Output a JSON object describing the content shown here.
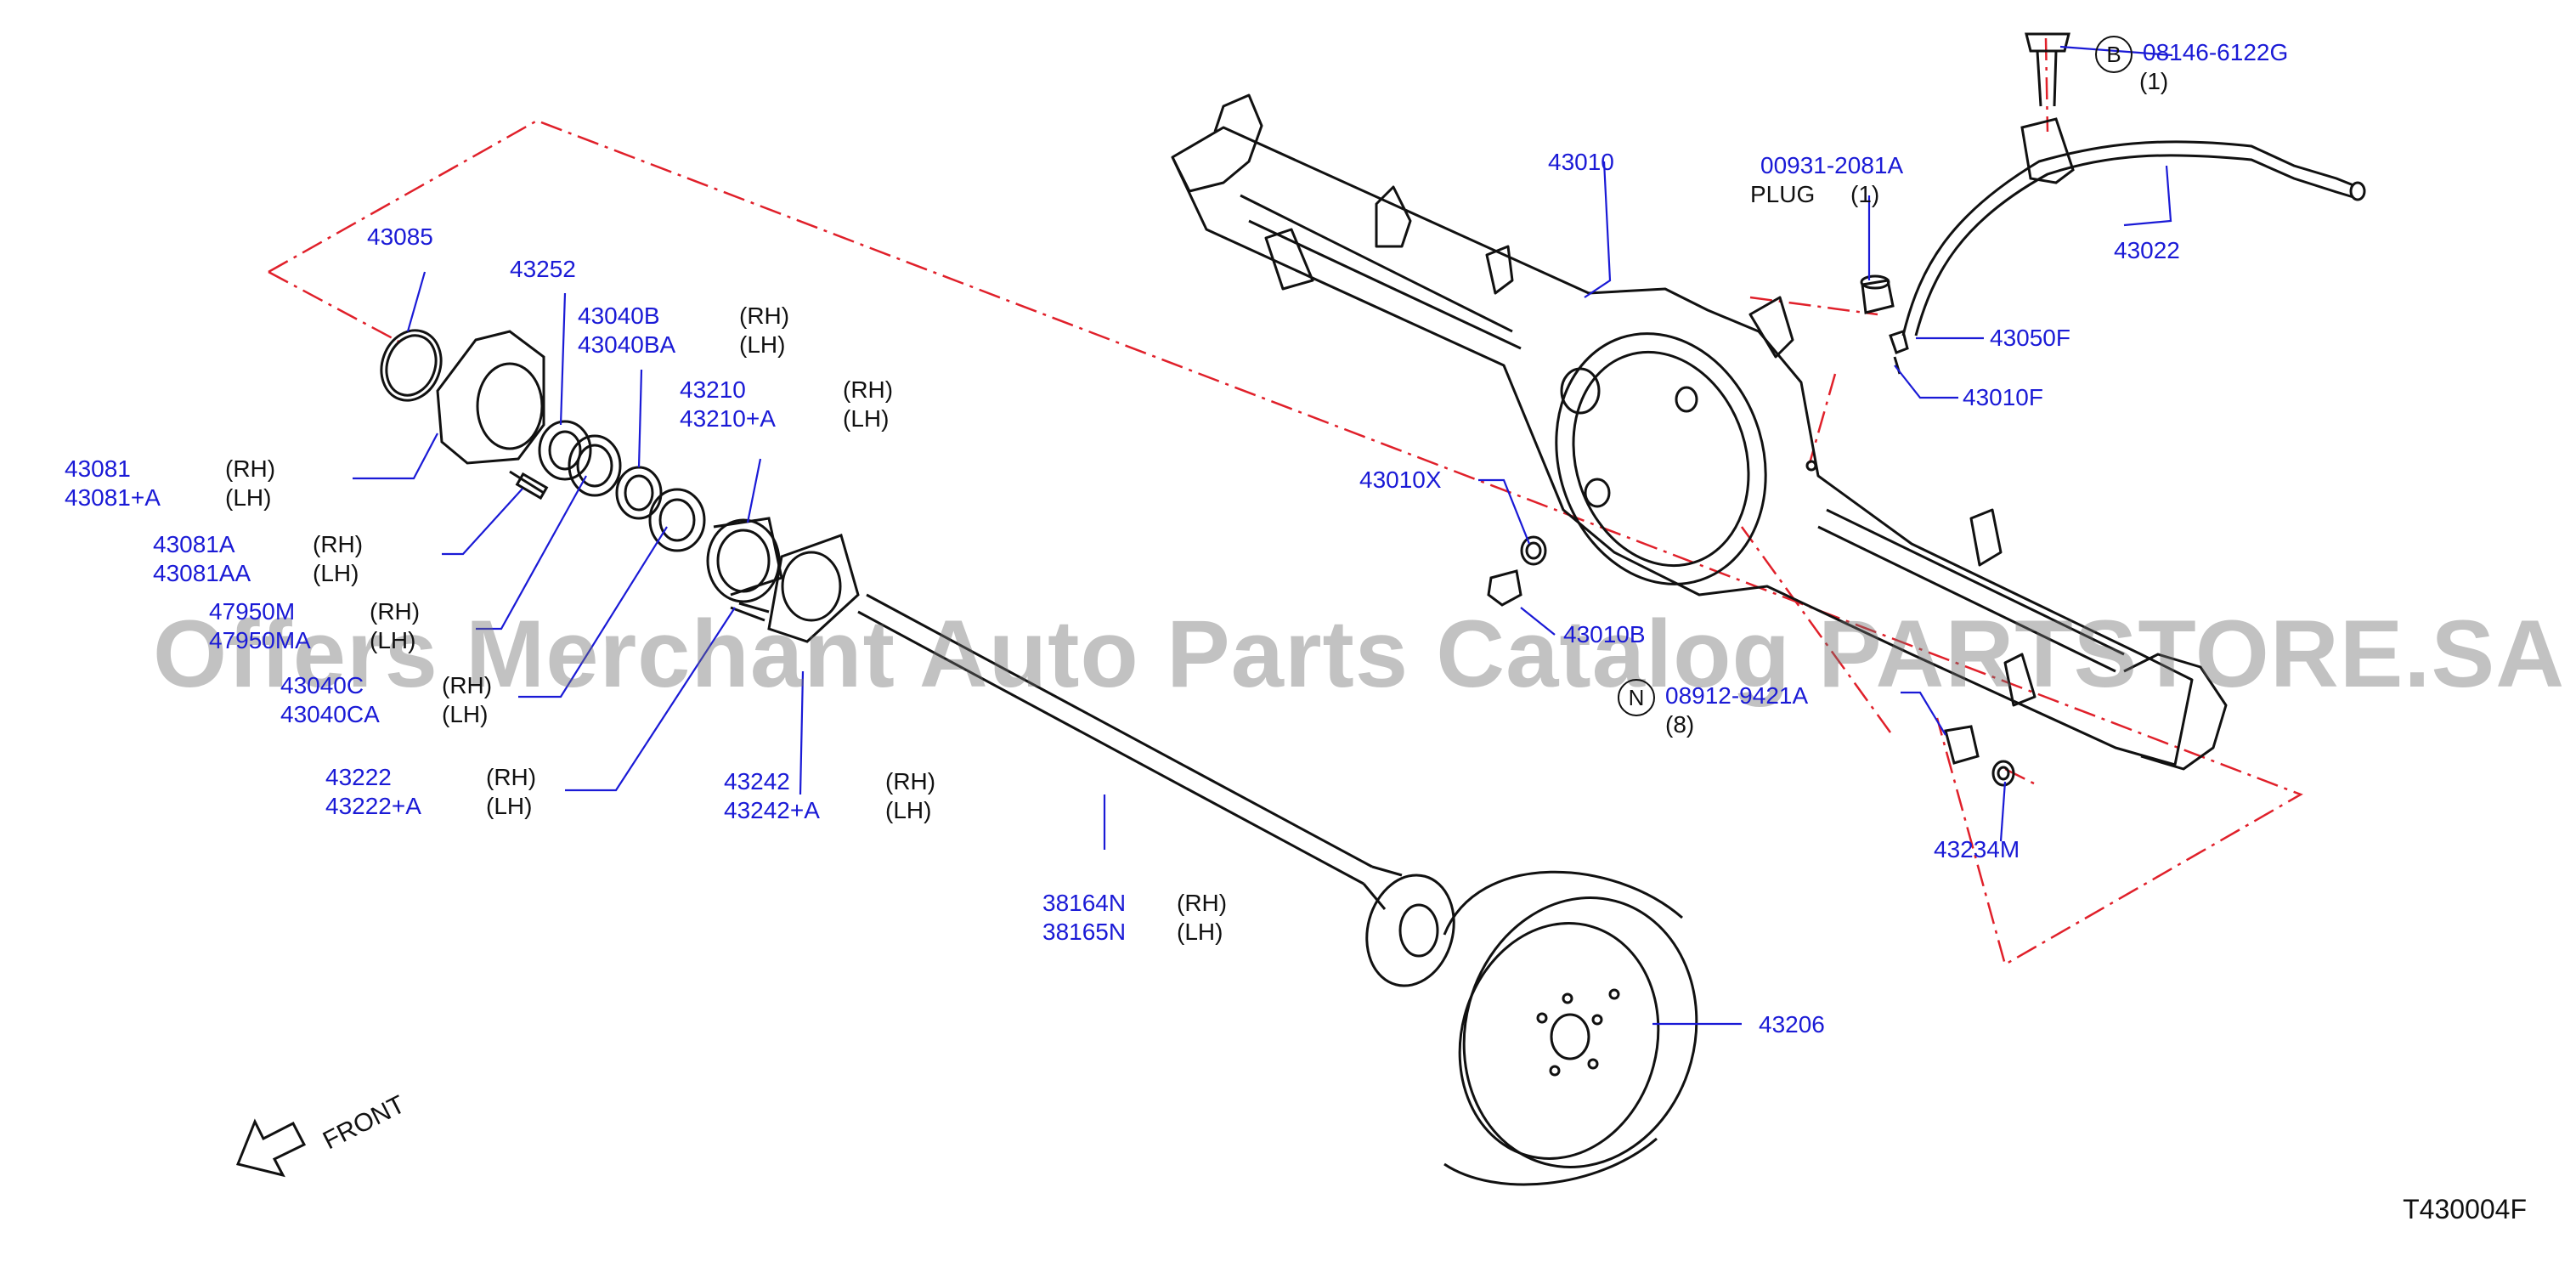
{
  "diagram_code": "T430004F",
  "watermark": "Offers Merchant Auto Parts Catalog PARTSTORE.SA",
  "front_label": "FRONT",
  "colors": {
    "part_number": "#1a1ad6",
    "leader": "#1a1ad6",
    "dash": "#e0202a",
    "line": "#111111"
  },
  "callouts": {
    "c43085": {
      "pn": [
        "43085"
      ]
    },
    "c43252": {
      "pn": [
        "43252"
      ]
    },
    "c43040B": {
      "pn": [
        "43040B",
        "43040BA"
      ],
      "side": [
        "(RH)",
        "(LH)"
      ]
    },
    "c43210": {
      "pn": [
        "43210",
        "43210+A"
      ],
      "side": [
        "(RH)",
        "(LH)"
      ]
    },
    "c43081": {
      "pn": [
        "43081",
        "43081+A"
      ],
      "side": [
        "(RH)",
        "(LH)"
      ]
    },
    "c43081A": {
      "pn": [
        "43081A",
        "43081AA"
      ],
      "side": [
        "(RH)",
        "(LH)"
      ]
    },
    "c47950": {
      "pn": [
        "47950M",
        "47950MA"
      ],
      "side": [
        "(RH)",
        "(LH)"
      ]
    },
    "c43040C": {
      "pn": [
        "43040C",
        "43040CA"
      ],
      "side": [
        "(RH)",
        "(LH)"
      ]
    },
    "c43222": {
      "pn": [
        "43222",
        "43222+A"
      ],
      "side": [
        "(RH)",
        "(LH)"
      ]
    },
    "c43242": {
      "pn": [
        "43242",
        "43242+A"
      ],
      "side": [
        "(RH)",
        "(LH)"
      ]
    },
    "c38164": {
      "pn": [
        "38164N",
        "38165N"
      ],
      "side": [
        "(RH)",
        "(LH)"
      ]
    },
    "c43206": {
      "pn": [
        "43206"
      ]
    },
    "c43010": {
      "pn": [
        "43010"
      ]
    },
    "c00931": {
      "pn": [
        "00931-2081A"
      ],
      "note": "PLUG",
      "qty": "(1)"
    },
    "c08146": {
      "badge": "B",
      "pn": [
        "08146-6122G"
      ],
      "qty": "(1)"
    },
    "c43022": {
      "pn": [
        "43022"
      ]
    },
    "c43050F": {
      "pn": [
        "43050F"
      ]
    },
    "c43010F": {
      "pn": [
        "43010F"
      ]
    },
    "c43010X": {
      "pn": [
        "43010X"
      ]
    },
    "c43010B": {
      "pn": [
        "43010B"
      ]
    },
    "c08912": {
      "badge": "N",
      "pn": [
        "08912-9421A"
      ],
      "qty": "(8)"
    },
    "c43234M": {
      "pn": [
        "43234M"
      ]
    }
  }
}
